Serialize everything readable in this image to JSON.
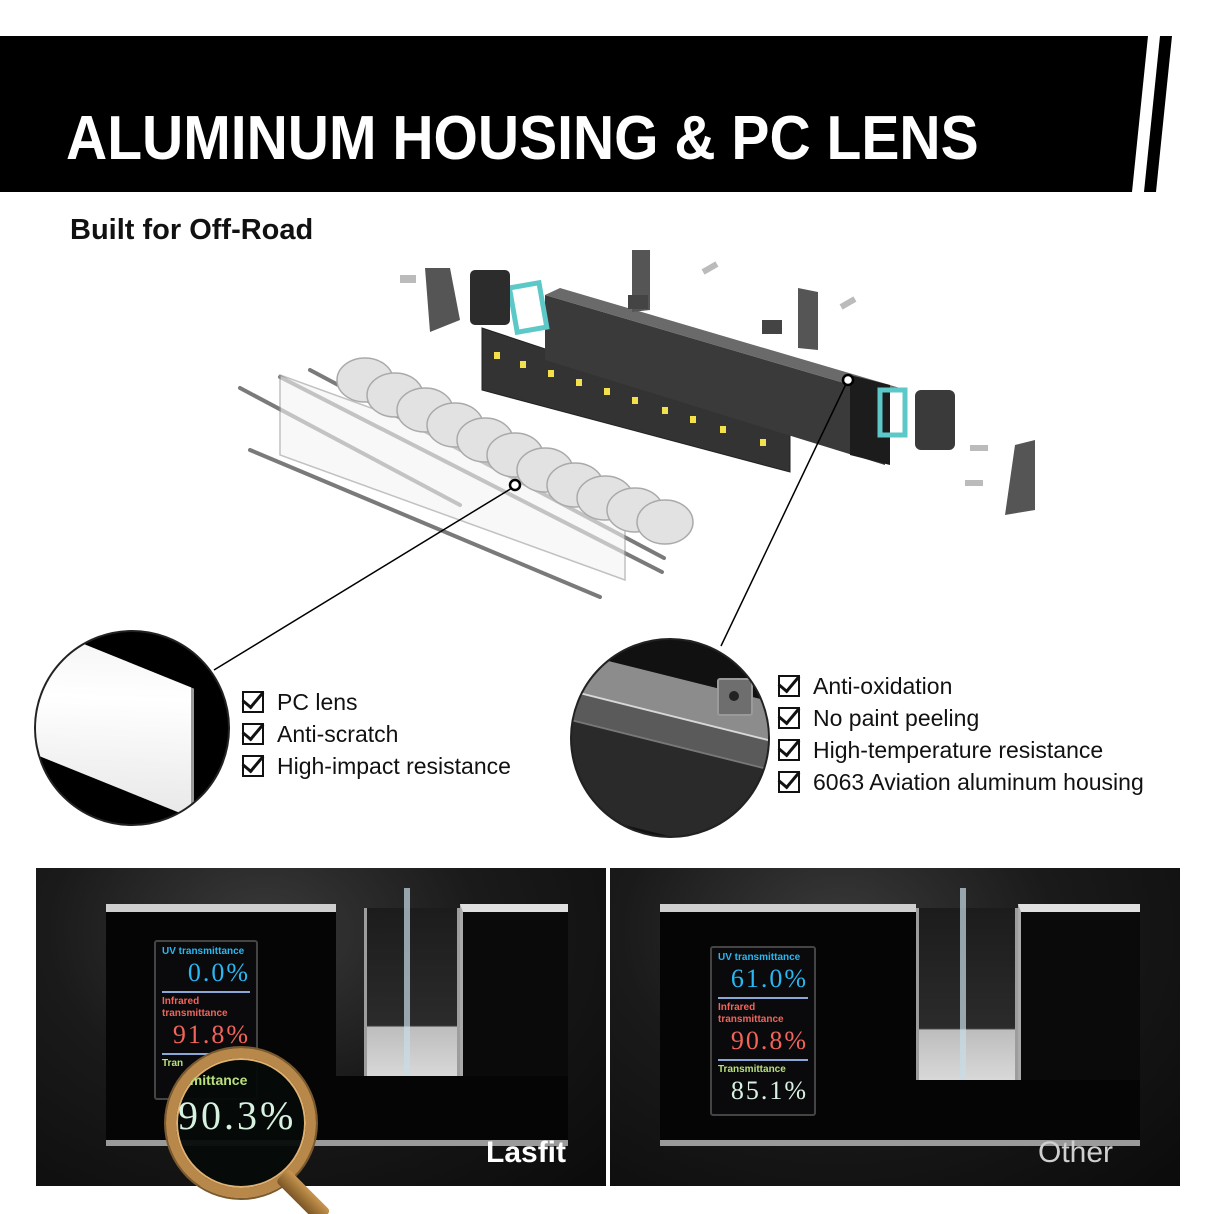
{
  "header": {
    "title": "ALUMINUM HOUSING & PC LENS",
    "background_color": "#000000",
    "text_color": "#ffffff"
  },
  "subtitle": "Built for Off-Road",
  "diagram": {
    "description": "Exploded view of LED light bar: aluminum housing, PCB with LEDs, reflector optics, PC lens, side caps, gaskets, mounting brackets, screws",
    "gasket_color": "#5cc8c8",
    "led_color": "#f4e04a"
  },
  "lens_callout": {
    "features": [
      "PC lens",
      "Anti-scratch",
      "High-impact resistance"
    ]
  },
  "housing_callout": {
    "features": [
      "Anti-oxidation",
      "No paint peeling",
      "High-temperature resistance",
      "6063 Aviation aluminum housing"
    ]
  },
  "comparison": {
    "left": {
      "brand_label": "Lasfit",
      "uv_label": "UV transmittance",
      "uv_value": "0.0%",
      "ir_label": "Infrared transmittance",
      "ir_value": "91.8%",
      "tr_label_partial": "Tran",
      "tr_label_magnified": "smittance",
      "tr_value": "90.3%"
    },
    "right": {
      "brand_label": "Other",
      "uv_label": "UV transmittance",
      "uv_value": "61.0%",
      "ir_label": "Infrared transmittance",
      "ir_value": "90.8%",
      "tr_label": "Transmittance",
      "tr_value": "85.1%"
    },
    "colors": {
      "uv": "#29b8f2",
      "ir": "#f2645a",
      "transmittance": "#b9e07a"
    }
  }
}
